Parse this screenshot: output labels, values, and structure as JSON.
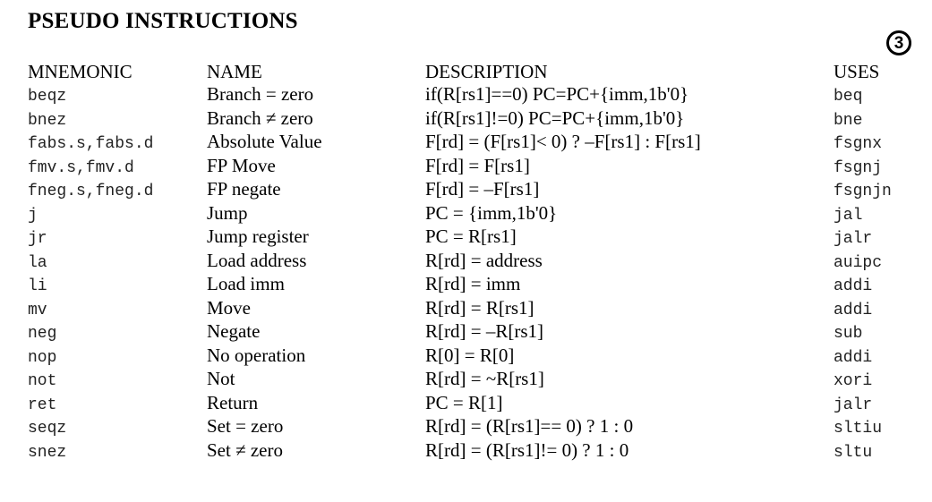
{
  "title": "PSEUDO INSTRUCTIONS",
  "badge": "3",
  "headers": {
    "mnemonic": "MNEMONIC",
    "name": "NAME",
    "description": "DESCRIPTION",
    "uses": "USES"
  },
  "rows": [
    {
      "mnemonic": "beqz",
      "name": "Branch = zero",
      "description": "if(R[rs1]==0) PC=PC+{imm,1b'0}",
      "uses": "beq"
    },
    {
      "mnemonic": "bnez",
      "name": "Branch ≠ zero",
      "description": "if(R[rs1]!=0) PC=PC+{imm,1b'0}",
      "uses": "bne"
    },
    {
      "mnemonic": "fabs.s,fabs.d",
      "name": "Absolute Value",
      "description": "F[rd] = (F[rs1]< 0) ? –F[rs1] : F[rs1]",
      "uses": "fsgnx"
    },
    {
      "mnemonic": "fmv.s,fmv.d",
      "name": "FP Move",
      "description": "F[rd] = F[rs1]",
      "uses": "fsgnj"
    },
    {
      "mnemonic": "fneg.s,fneg.d",
      "name": "FP negate",
      "description": "F[rd] = –F[rs1]",
      "uses": "fsgnjn"
    },
    {
      "mnemonic": "j",
      "name": "Jump",
      "description": "PC = {imm,1b'0}",
      "uses": "jal"
    },
    {
      "mnemonic": "jr",
      "name": "Jump register",
      "description": "PC = R[rs1]",
      "uses": "jalr"
    },
    {
      "mnemonic": "la",
      "name": "Load address",
      "description": "R[rd] = address",
      "uses": "auipc"
    },
    {
      "mnemonic": "li",
      "name": "Load imm",
      "description": "R[rd] = imm",
      "uses": "addi"
    },
    {
      "mnemonic": "mv",
      "name": "Move",
      "description": "R[rd] = R[rs1]",
      "uses": "addi"
    },
    {
      "mnemonic": "neg",
      "name": "Negate",
      "description": "R[rd] = –R[rs1]",
      "uses": "sub"
    },
    {
      "mnemonic": "nop",
      "name": "No operation",
      "description": "R[0] = R[0]",
      "uses": "addi"
    },
    {
      "mnemonic": "not",
      "name": "Not",
      "description": "R[rd] = ~R[rs1]",
      "uses": "xori"
    },
    {
      "mnemonic": "ret",
      "name": "Return",
      "description": "PC = R[1]",
      "uses": "jalr"
    },
    {
      "mnemonic": "seqz",
      "name": "Set = zero",
      "description": "R[rd] = (R[rs1]== 0) ? 1 : 0",
      "uses": "sltiu"
    },
    {
      "mnemonic": "snez",
      "name": "Set ≠ zero",
      "description": "R[rd] = (R[rs1]!= 0) ? 1 : 0",
      "uses": "sltu"
    }
  ]
}
